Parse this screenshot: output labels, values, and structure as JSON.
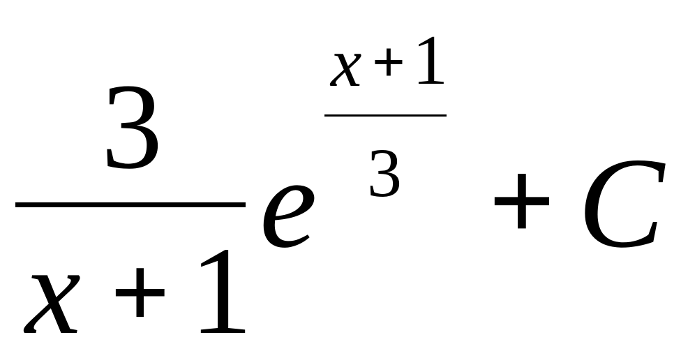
{
  "expression": {
    "numerator": "3",
    "denominator": {
      "variable": "x",
      "operator": "+",
      "constant": "1"
    },
    "base": "e",
    "exponent": {
      "numerator": {
        "variable": "x",
        "operator": "+",
        "constant": "1"
      },
      "denominator": "3"
    },
    "trailing_operator": "+",
    "integration_constant": "C"
  },
  "colors": {
    "ink": "#000000",
    "background": "#ffffff"
  }
}
